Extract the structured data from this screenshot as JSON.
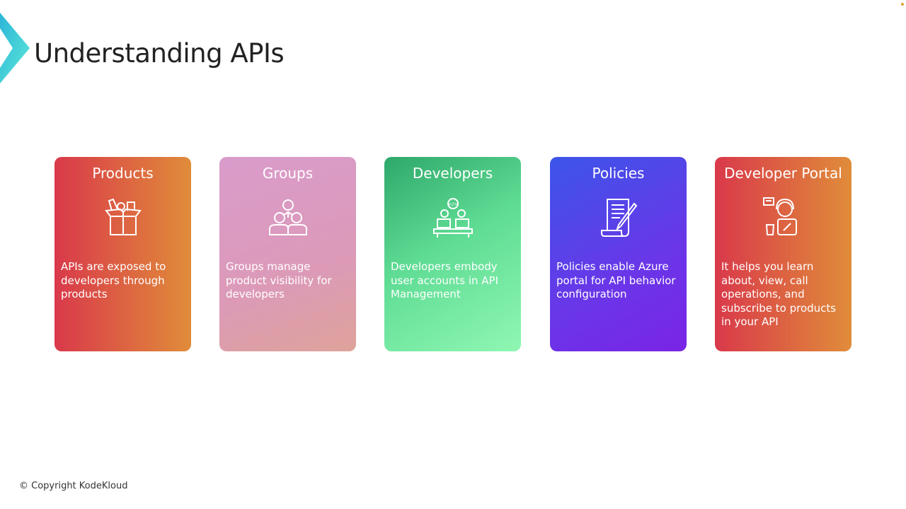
{
  "header": {
    "title": "Understanding APIs"
  },
  "cards": [
    {
      "title": "Products",
      "icon": "open-box-icon",
      "text": "APIs are exposed to developers through products"
    },
    {
      "title": "Groups",
      "icon": "people-group-icon",
      "text": "Groups manage product visibility for developers"
    },
    {
      "title": "Developers",
      "icon": "developers-laptop-icon",
      "text": "Developers embody user accounts in API Management"
    },
    {
      "title": "Policies",
      "icon": "document-pen-icon",
      "text": "Policies enable Azure portal for API behavior configuration"
    },
    {
      "title": "Developer Portal",
      "icon": "support-agent-icon",
      "text": "It helps you learn about, view, call operations, and subscribe to products in your API"
    }
  ],
  "footer": {
    "copyright": "© Copyright KodeKloud"
  }
}
